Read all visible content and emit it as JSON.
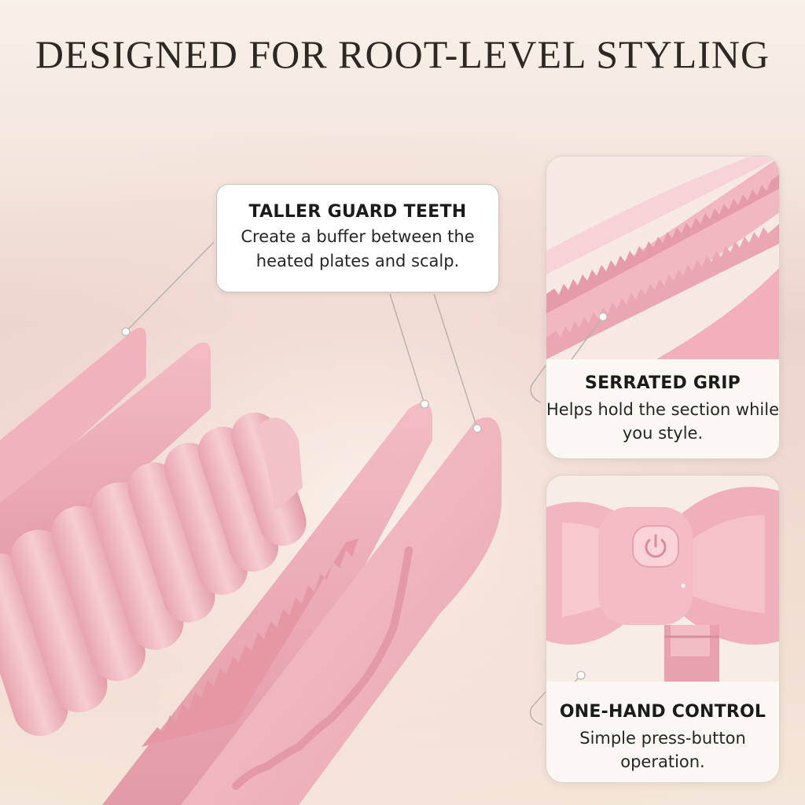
{
  "headline": "DESIGNED FOR ROOT-LEVEL STYLING",
  "colors": {
    "product_pink": "#f2b8c0",
    "product_pink_dark": "#e59aa6",
    "text_dark": "#1b1b1b",
    "headline": "#2d2824"
  },
  "callouts": {
    "guard_teeth": {
      "title": "TALLER GUARD TEETH",
      "description": "Create a buffer between the heated plates and scalp."
    },
    "serrated_grip": {
      "title": "SERRATED GRIP",
      "description": "Helps hold the section while you style."
    },
    "one_hand": {
      "title": "ONE-HAND CONTROL",
      "description": "Simple press-button operation."
    }
  },
  "icons": {
    "power_button": "power-icon"
  }
}
